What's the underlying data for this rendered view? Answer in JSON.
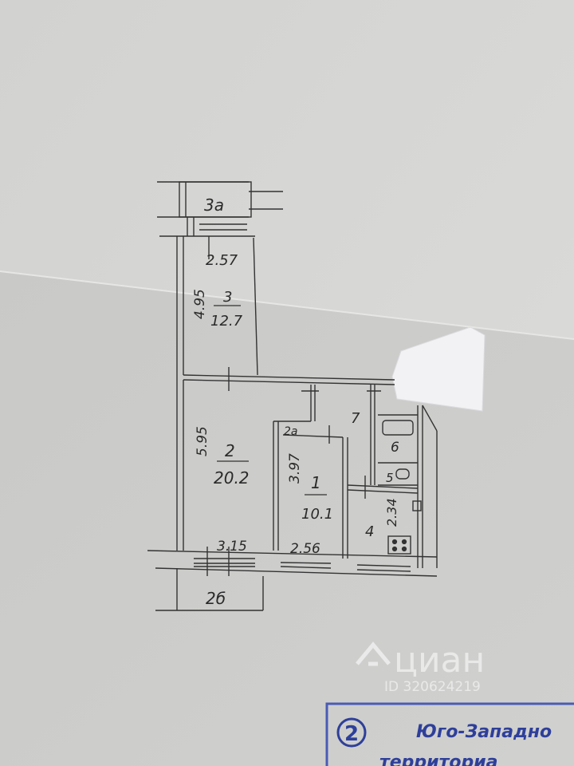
{
  "plan": {
    "rooms": [
      {
        "id": "3a",
        "label": "3а"
      },
      {
        "id": "3",
        "label": "3",
        "area": "12.7"
      },
      {
        "id": "2",
        "label": "2",
        "area": "20.2"
      },
      {
        "id": "2a",
        "label": "2а"
      },
      {
        "id": "1",
        "label": "1",
        "area": "10.1"
      },
      {
        "id": "7",
        "label": "7"
      },
      {
        "id": "6",
        "label": "6"
      },
      {
        "id": "5",
        "label": "5"
      },
      {
        "id": "4",
        "label": "4"
      },
      {
        "id": "2b",
        "label": "2б"
      }
    ],
    "dimensions": {
      "room3_width": "2.57",
      "room3_length": "4.95",
      "room2_length": "5.95",
      "room2_width": "3.15",
      "room1_length": "3.97",
      "room1_width": "2.56",
      "room4_length": "2.34"
    }
  },
  "watermark": {
    "brand": "циан",
    "id": "ID 320624219"
  },
  "stamp": {
    "number": "2",
    "line1": "Юго-Западно",
    "line2": "территориа"
  }
}
